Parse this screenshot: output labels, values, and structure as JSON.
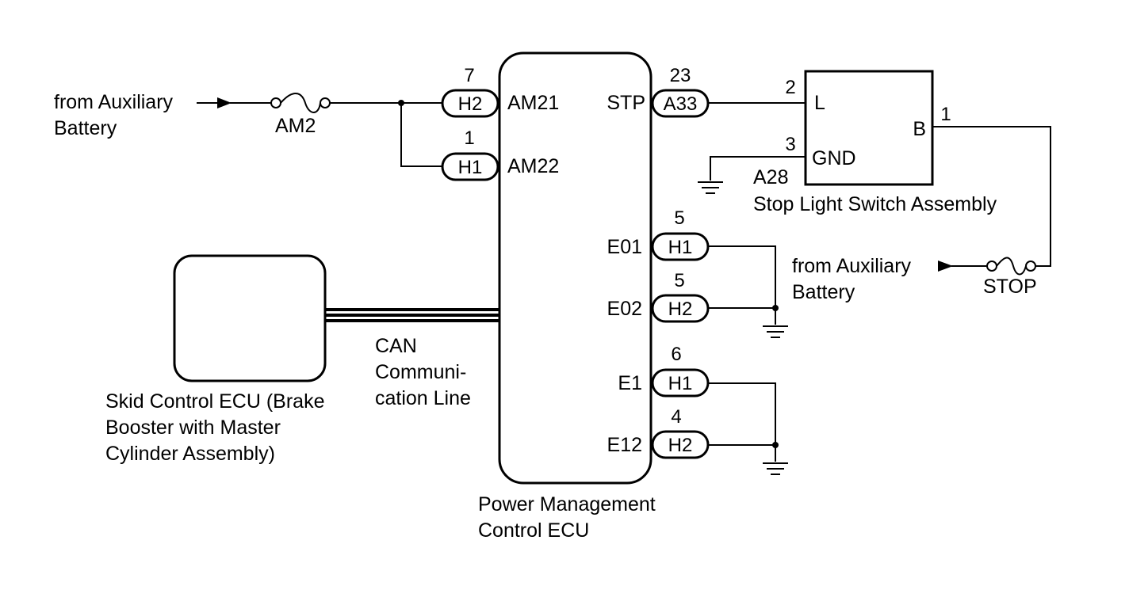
{
  "sources": {
    "left": {
      "line1": "from Auxiliary",
      "line2": "Battery"
    },
    "right": {
      "line1": "from Auxiliary",
      "line2": "Battery"
    }
  },
  "fuses": {
    "am2": "AM2",
    "stop": "STOP"
  },
  "power_ecu": {
    "name_line1": "Power Management",
    "name_line2": "Control ECU",
    "terminals": {
      "am21": "AM21",
      "am22": "AM22",
      "stp": "STP",
      "e01": "E01",
      "e02": "E02",
      "e1": "E1",
      "e12": "E12"
    }
  },
  "connectors": {
    "am21": {
      "code": "H2",
      "pin": "7"
    },
    "am22": {
      "code": "H1",
      "pin": "1"
    },
    "stp": {
      "code": "A33",
      "pin": "23"
    },
    "e01": {
      "code": "H1",
      "pin": "5"
    },
    "e02": {
      "code": "H2",
      "pin": "5"
    },
    "e1": {
      "code": "H1",
      "pin": "6"
    },
    "e12": {
      "code": "H2",
      "pin": "4"
    }
  },
  "stop_switch": {
    "code": "A28",
    "name": "Stop Light Switch Assembly",
    "terminals": {
      "l": "L",
      "gnd": "GND",
      "b": "B"
    },
    "pins": {
      "l": "2",
      "gnd": "3",
      "b": "1"
    }
  },
  "skid_ecu": {
    "line1": "Skid Control ECU (Brake",
    "line2": "Booster with Master",
    "line3": "Cylinder Assembly)"
  },
  "can_line": {
    "line1": "CAN",
    "line2": "Communi-",
    "line3": "cation Line"
  }
}
